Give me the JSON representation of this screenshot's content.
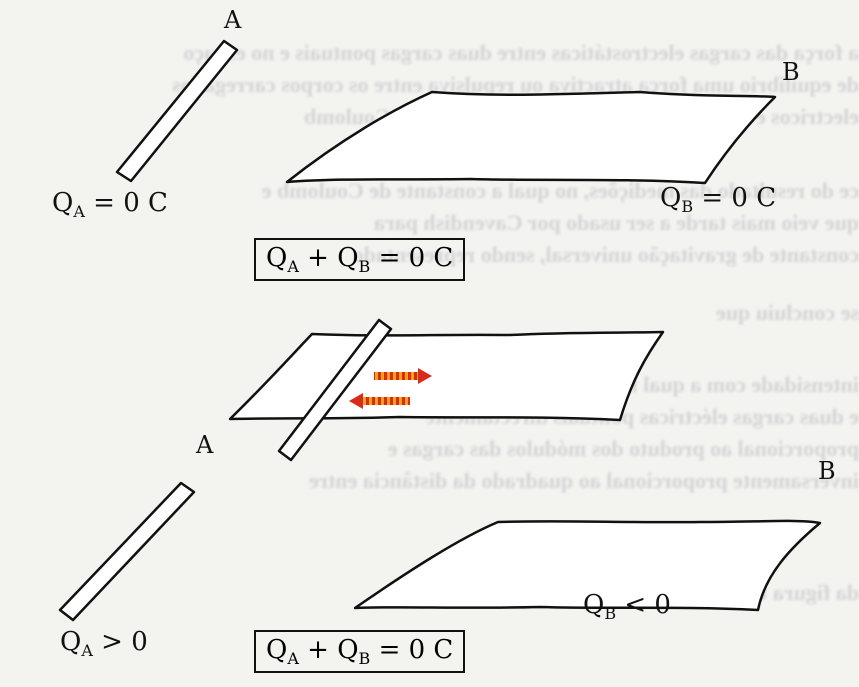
{
  "panel_top": {
    "rod_label": "A",
    "sheet_label": "B",
    "charge_rod": {
      "symbol": "Q",
      "subscript": "A",
      "relation": " = 0 C"
    },
    "charge_sheet": {
      "symbol": "Q",
      "subscript": "B",
      "relation": " = 0 C"
    },
    "total": {
      "a": "Q",
      "a_sub": "A",
      "plus": " + ",
      "b": "Q",
      "b_sub": "B",
      "rest": " = 0 C"
    }
  },
  "panel_bottom": {
    "rod_label": "A",
    "sheet_label": "B",
    "charge_rod": {
      "symbol": "Q",
      "subscript": "A",
      "relation": " > 0"
    },
    "charge_sheet": {
      "symbol": "Q",
      "subscript": "B",
      "relation": " < 0"
    },
    "total": {
      "a": "Q",
      "a_sub": "A",
      "plus": " + ",
      "b": "Q",
      "b_sub": "B",
      "rest": " = 0 C"
    }
  },
  "colors": {
    "ink": "#111111",
    "arrow_red": "#d92b1a",
    "arrow_orange": "#f5a21a",
    "background": "#f3f3f0"
  }
}
